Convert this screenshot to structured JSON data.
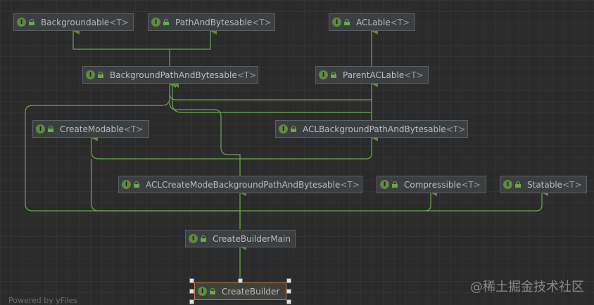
{
  "diagram": {
    "nodes": [
      {
        "id": "backgroundable",
        "label": "Backgroundable",
        "type_param": "<T>",
        "icon": "interface-icon"
      },
      {
        "id": "pathandbytesable",
        "label": "PathAndBytesable ",
        "type_param": "<T>",
        "icon": "interface-icon"
      },
      {
        "id": "aclable",
        "label": "ACLable ",
        "type_param": "<T>",
        "icon": "interface-icon"
      },
      {
        "id": "backgroundpathandbytesable",
        "label": "BackgroundPathAndBytesable",
        "type_param": "<T>",
        "icon": "interface-icon"
      },
      {
        "id": "parentaclable",
        "label": "ParentACLable ",
        "type_param": "<T>",
        "icon": "interface-icon"
      },
      {
        "id": "createmodable",
        "label": "CreateModable",
        "type_param": "<T>",
        "icon": "interface-icon"
      },
      {
        "id": "aclbackgroundpathandbytesable",
        "label": "ACLBackgroundPathAndBytesable",
        "type_param": "<T>",
        "icon": "interface-icon"
      },
      {
        "id": "aclcreatemodebackgroundpathandbytesable",
        "label": "ACLCreateModeBackgroundPathAndBytesable ",
        "type_param": "<T>",
        "icon": "interface-icon"
      },
      {
        "id": "compressible",
        "label": "Compressible",
        "type_param": "<T>",
        "icon": "interface-icon"
      },
      {
        "id": "statable",
        "label": "Statable",
        "type_param": "<T>",
        "icon": "interface-icon"
      },
      {
        "id": "createbuildermain",
        "label": "CreateBuilderMain",
        "type_param": "",
        "icon": "interface-icon"
      },
      {
        "id": "createbuilder",
        "label": "CreateBuilder",
        "type_param": "",
        "icon": "interface-icon",
        "selected": true
      }
    ],
    "edges": [
      {
        "from": "backgroundpathandbytesable",
        "to": "backgroundable"
      },
      {
        "from": "backgroundpathandbytesable",
        "to": "pathandbytesable"
      },
      {
        "from": "parentaclable",
        "to": "aclable"
      },
      {
        "from": "aclbackgroundpathandbytesable",
        "to": "backgroundpathandbytesable"
      },
      {
        "from": "aclbackgroundpathandbytesable",
        "to": "parentaclable"
      },
      {
        "from": "aclcreatemodebackgroundpathandbytesable",
        "to": "createmodable"
      },
      {
        "from": "aclcreatemodebackgroundpathandbytesable",
        "to": "aclbackgroundpathandbytesable"
      },
      {
        "from": "createbuildermain",
        "to": "aclcreatemodebackgroundpathandbytesable"
      },
      {
        "from": "createbuildermain",
        "to": "backgroundpathandbytesable"
      },
      {
        "from": "createbuildermain",
        "to": "createmodable"
      },
      {
        "from": "createbuildermain",
        "to": "compressible"
      },
      {
        "from": "createbuildermain",
        "to": "statable"
      },
      {
        "from": "createbuilder",
        "to": "createbuildermain"
      }
    ],
    "interface_icon_letter": "I"
  },
  "colors": {
    "background": "#2b2b2b",
    "edge": "#6aa84f",
    "node_fill": "#3c3f41",
    "selected_border": "#c77e3f"
  },
  "footer": {
    "text": "Powered by yFiles"
  },
  "watermark": {
    "text": "@稀土掘金技术社区"
  }
}
